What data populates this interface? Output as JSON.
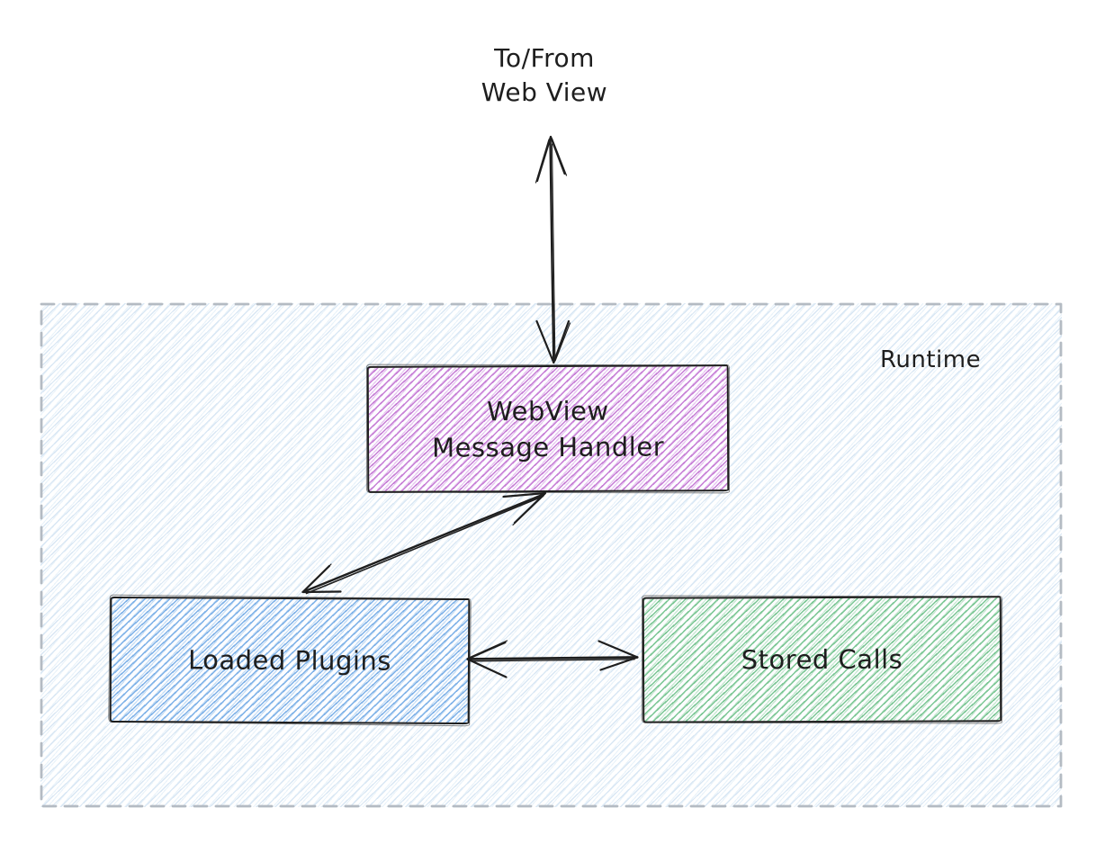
{
  "diagram": {
    "external_label": {
      "line1": "To/From",
      "line2": "Web View"
    },
    "runtime": {
      "label": "Runtime"
    },
    "nodes": {
      "message_handler": {
        "line1": "WebView",
        "line2": "Message Handler"
      },
      "loaded_plugins": {
        "label": "Loaded Plugins"
      },
      "stored_calls": {
        "label": "Stored Calls"
      }
    },
    "colors": {
      "stroke": "#1e1e1e",
      "runtime_border": "#b4bbc3",
      "runtime_hatch": "#d9e7f4",
      "runtime_hatch_light": "#eaf3fa",
      "handler_hatch": "#c77fd6",
      "handler_hatch_light": "#e7c6f0",
      "plugins_hatch": "#7fb2e8",
      "plugins_hatch_light": "#c6def5",
      "calls_hatch": "#7cc795",
      "calls_hatch_light": "#c8e8d2"
    }
  }
}
